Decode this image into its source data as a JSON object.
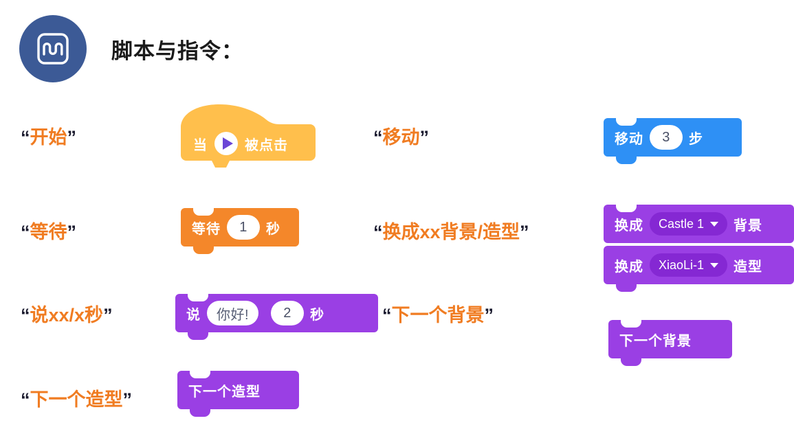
{
  "header": {
    "icon": "waveform-square-icon",
    "icon_circle_color": "#3C5A96",
    "title": "脚本与指令："
  },
  "accent_color": "#F07C22",
  "quote_open": "“",
  "quote_close": "”",
  "captions": {
    "start": "开始",
    "wait": "等待",
    "say": "说xx/x秒",
    "next_costume": "下一个造型",
    "move": "移动",
    "switch": "换成xx背景/造型",
    "next_backdrop": "下一个背景"
  },
  "blocks": {
    "when_flag_clicked": {
      "name": "when-green-flag-clicked-block",
      "color": "#FFBF4C",
      "prefix": "当",
      "icon": "green-flag-icon",
      "suffix": "被点击"
    },
    "wait": {
      "name": "wait-seconds-block",
      "color": "#F4872A",
      "prefix": "等待",
      "value": "1",
      "suffix": "秒"
    },
    "say_for_secs": {
      "name": "say-for-seconds-block",
      "color": "#9A3FE4",
      "prefix": "说",
      "message": "你好!",
      "seconds": "2",
      "suffix": "秒"
    },
    "next_costume": {
      "name": "next-costume-block",
      "color": "#9A3FE4",
      "label": "下一个造型"
    },
    "move_steps": {
      "name": "move-steps-block",
      "color": "#2E90F5",
      "prefix": "移动",
      "value": "3",
      "suffix": "步"
    },
    "switch_backdrop": {
      "name": "switch-backdrop-block",
      "color": "#9A3FE4",
      "dropdown_color": "#8528D3",
      "prefix": "换成",
      "option": "Castle 1",
      "suffix": "背景"
    },
    "switch_costume": {
      "name": "switch-costume-block",
      "color": "#9A3FE4",
      "dropdown_color": "#8528D3",
      "prefix": "换成",
      "option": "XiaoLi-1",
      "suffix": "造型"
    },
    "next_backdrop": {
      "name": "next-backdrop-block",
      "color": "#9A3FE4",
      "label": "下一个背景"
    }
  }
}
